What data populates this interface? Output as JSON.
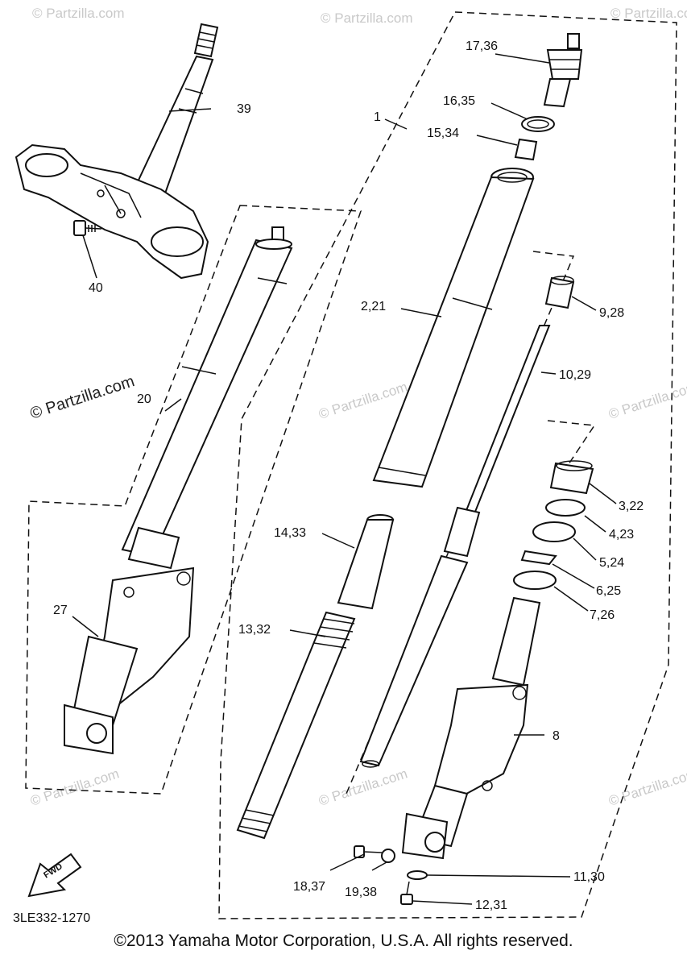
{
  "diagram": {
    "part_labels": {
      "p39": "39",
      "p40": "40",
      "p20": "20",
      "p27": "27",
      "p1": "1",
      "p17_36": "17,36",
      "p16_35": "16,35",
      "p15_34": "15,34",
      "p2_21": "2,21",
      "p9_28": "9,28",
      "p10_29": "10,29",
      "p3_22": "3,22",
      "p4_23": "4,23",
      "p5_24": "5,24",
      "p6_25": "6,25",
      "p7_26": "7,26",
      "p8": "8",
      "p14_33": "14,33",
      "p13_32": "13,32",
      "p18_37": "18,37",
      "p19_38": "19,38",
      "p11_30": "11,30",
      "p12_31": "12,31"
    },
    "fwd_label": "FWD",
    "diagram_code": "3LE332-1270",
    "watermark": "© Partzilla.com",
    "watermark_main": "© Partzilla.com"
  },
  "footer": {
    "copyright": "©2013 Yamaha Motor Corporation, U.S.A. All rights reserved."
  }
}
